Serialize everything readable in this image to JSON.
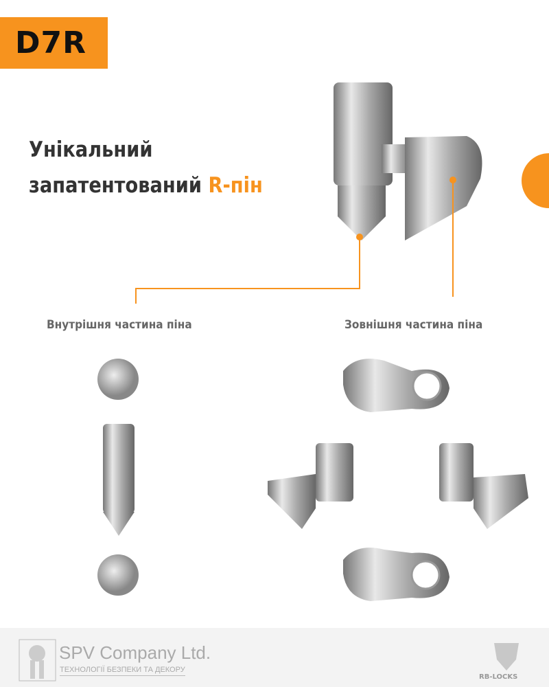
{
  "badge": {
    "label": "D7R"
  },
  "headline": {
    "line1": "Унікальний",
    "line2_prefix": "запатентований ",
    "line2_accent": "R-пін"
  },
  "labels": {
    "inner": "Внутрішня частина піна",
    "outer": "Зовнішня частина піна"
  },
  "footer": {
    "company": "SPV Company Ltd.",
    "tagline": "ТЕХНОЛОГІЇ БЕЗПЕКИ ТА ДЕКОРУ",
    "brand": "RB-LOCKS",
    "spv_logo_text": "SPV",
    "rb_logo_text": "RB"
  },
  "colors": {
    "accent": "#f7931e",
    "text": "#333333"
  }
}
